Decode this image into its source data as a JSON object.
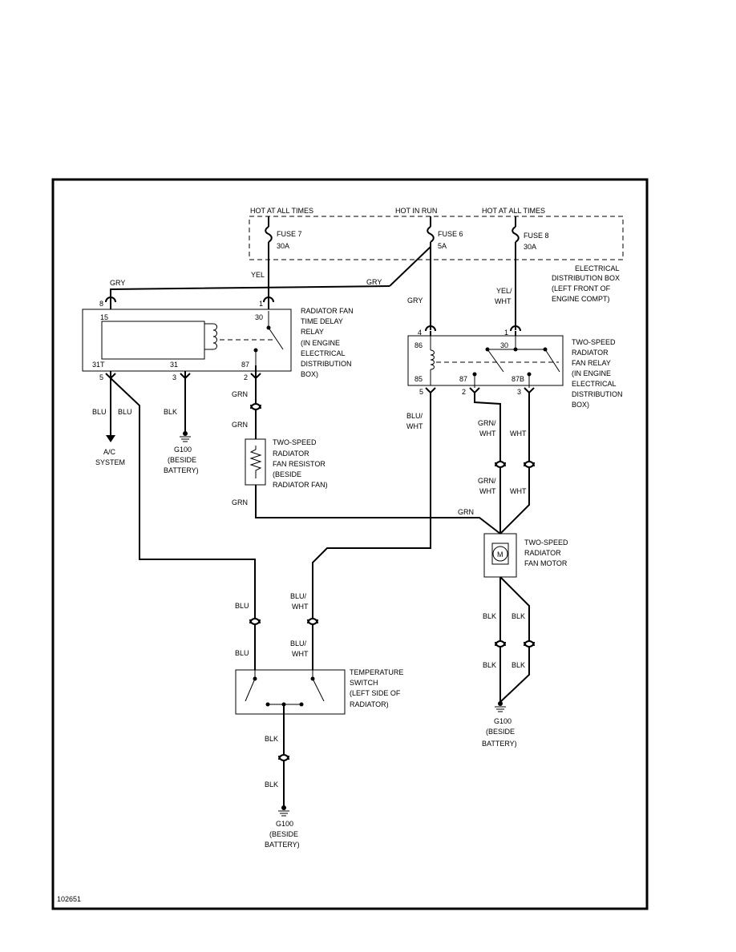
{
  "sources": {
    "hot_all_times_left": "HOT AT ALL TIMES",
    "hot_in_run": "HOT IN RUN",
    "hot_all_times_right": "HOT AT ALL TIMES"
  },
  "fuses": {
    "fuse7": [
      "FUSE 7",
      "30A"
    ],
    "fuse6": [
      "FUSE 6",
      "5A"
    ],
    "fuse8": [
      "FUSE 8",
      "30A"
    ]
  },
  "distribution_box": [
    "ELECTRICAL",
    "DISTRIBUTION BOX",
    "(LEFT FRONT OF",
    "ENGINE COMPT)"
  ],
  "time_delay_relay": {
    "label": [
      "RADIATOR FAN",
      "TIME DELAY",
      "RELAY",
      "(IN ENGINE",
      "ELECTRICAL",
      "DISTRIBUTION",
      "BOX)"
    ],
    "pins": {
      "top_8": "8",
      "top_1": "1",
      "in_15": "15",
      "in_30": "30",
      "in_31t": "31T",
      "in_31": "31",
      "in_87": "87",
      "bot_5": "5",
      "bot_3": "3",
      "bot_2": "2"
    }
  },
  "two_speed_relay": {
    "label": [
      "TWO-SPEED",
      "RADIATOR",
      "FAN RELAY",
      "(IN ENGINE",
      "ELECTRICAL",
      "DISTRIBUTION",
      "BOX)"
    ],
    "pins": {
      "top_4": "4",
      "top_1": "1",
      "in_86": "86",
      "in_30": "30",
      "in_85": "85",
      "in_87": "87",
      "in_87b": "87B",
      "bot_5": "5",
      "bot_2": "2",
      "bot_3": "3"
    }
  },
  "resistor": [
    "TWO-SPEED",
    "RADIATOR",
    "FAN RESISTOR",
    "(BESIDE",
    "RADIATOR FAN)"
  ],
  "motor": {
    "label": [
      "TWO-SPEED",
      "RADIATOR",
      "FAN MOTOR"
    ],
    "symbol": "M"
  },
  "temp_switch": [
    "TEMPERATURE",
    "SWITCH",
    "(LEFT SIDE OF",
    "RADIATOR)"
  ],
  "ac_system": [
    "A/C",
    "SYSTEM"
  ],
  "grounds": {
    "g1": [
      "G100",
      "(BESIDE",
      "BATTERY)"
    ],
    "g2": [
      "G100",
      "(BESIDE",
      "BATTERY)"
    ],
    "g3": [
      "G100",
      "(BESIDE",
      "BATTERY)"
    ]
  },
  "wires": {
    "gry_top": "GRY",
    "gry_mid": "GRY",
    "yel": "YEL",
    "gry_right": "GRY",
    "yel_wht": [
      "YEL/",
      "WHT"
    ],
    "blu_a": "BLU",
    "blu_b": "BLU",
    "blk_relay": "BLK",
    "grn_1": "GRN",
    "grn_2": "GRN",
    "grn_3": "GRN",
    "grn_4": "GRN",
    "blu_wht_1": [
      "BLU/",
      "WHT"
    ],
    "grn_wht_1": [
      "GRN/",
      "WHT"
    ],
    "wht_1": "WHT",
    "grn_wht_2": [
      "GRN/",
      "WHT"
    ],
    "wht_2": "WHT",
    "blu_up": "BLU",
    "blu_dn": "BLU",
    "blu_wht_2": [
      "BLU/",
      "WHT"
    ],
    "blu_wht_3": [
      "BLU/",
      "WHT"
    ],
    "blk_1": "BLK",
    "blk_2": "BLK",
    "blk_3": "BLK",
    "blk_4": "BLK",
    "blk_5": "BLK",
    "blk_6": "BLK"
  },
  "diagram_id": "102651"
}
